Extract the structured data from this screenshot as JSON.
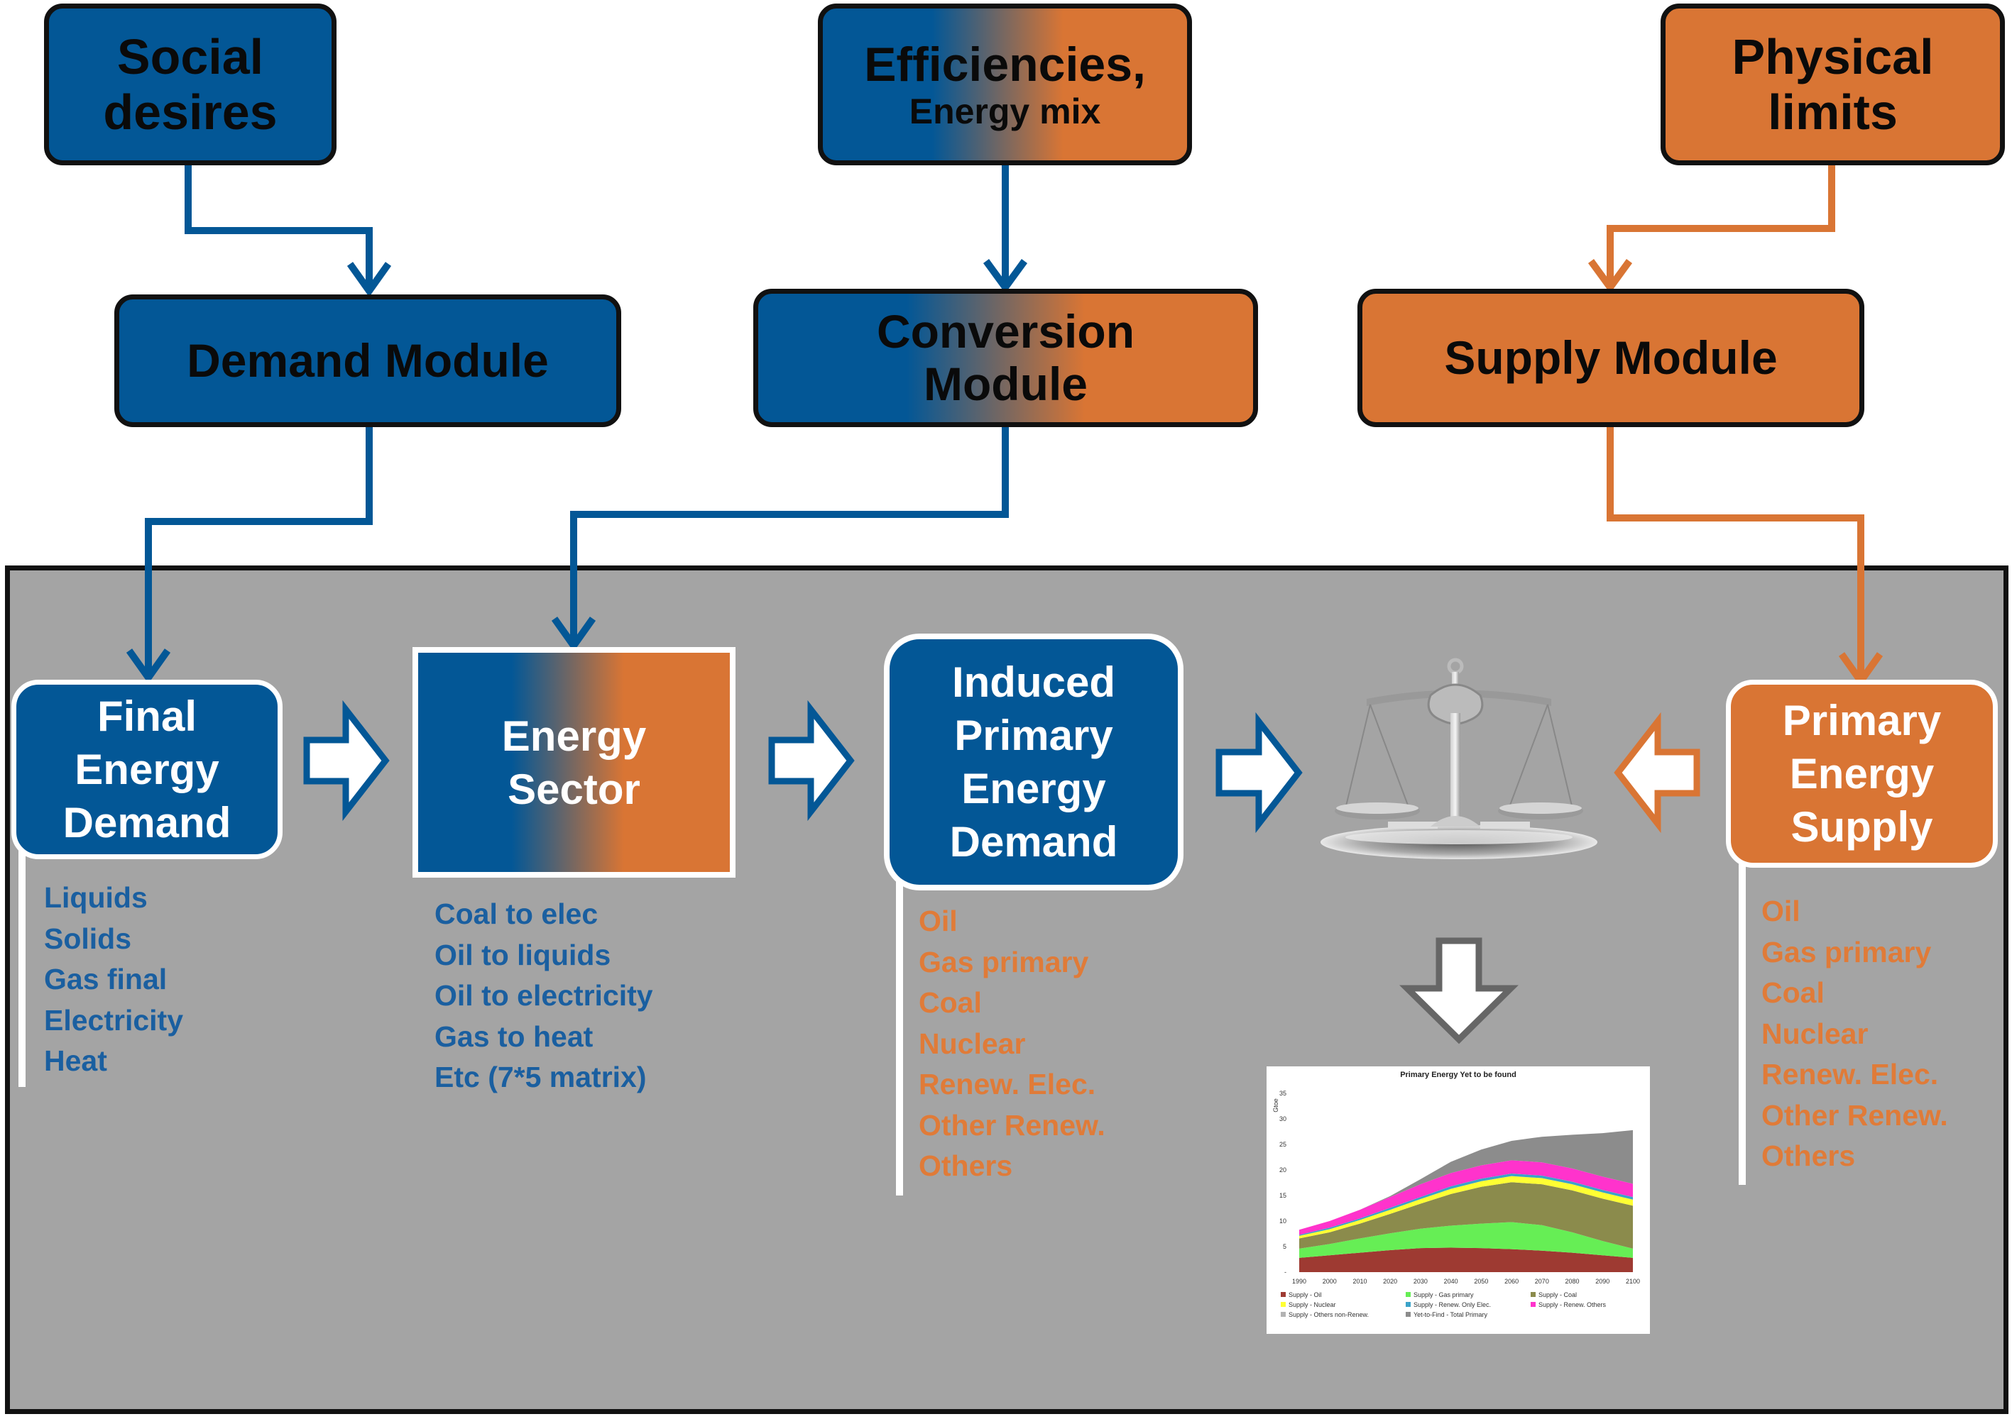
{
  "top": {
    "social_desires": [
      "Social",
      "desires"
    ],
    "efficiencies": [
      "Efficiencies,",
      "Energy mix"
    ],
    "physical_limits": [
      "Physical",
      "limits"
    ]
  },
  "modules": {
    "demand": "Demand Module",
    "conversion": [
      "Conversion",
      "Module"
    ],
    "supply": "Supply Module"
  },
  "flow": {
    "final_energy_demand": [
      "Final",
      "Energy",
      "Demand"
    ],
    "energy_sector": [
      "Energy",
      "Sector"
    ],
    "induced_primary": [
      "Induced",
      "Primary",
      "Energy",
      "Demand"
    ],
    "primary_supply": [
      "Primary",
      "Energy",
      "Supply"
    ]
  },
  "lists": {
    "final_demand": [
      "Liquids",
      "Solids",
      "Gas final",
      "Electricity",
      "Heat"
    ],
    "energy_sector": [
      "Coal to elec",
      "Oil to liquids",
      "Oil to electricity",
      "Gas to heat",
      "Etc (7*5 matrix)"
    ],
    "induced_primary": [
      "Oil",
      "Gas primary",
      "Coal",
      "Nuclear",
      "Renew. Elec.",
      "Other Renew.",
      "Others"
    ],
    "primary_supply": [
      "Oil",
      "Gas primary",
      "Coal",
      "Nuclear",
      "Renew. Elec.",
      "Other Renew.",
      "Others"
    ]
  },
  "colors": {
    "blue": "#035796",
    "orange": "#d97534",
    "panel": "#a4a4a4"
  },
  "icons": {
    "balance": "balance-scale-icon"
  },
  "chart_data": {
    "type": "area",
    "title": "Primary Energy Yet to be found",
    "ylabel": "Gtoe",
    "xlabel": "",
    "x": [
      1990,
      2000,
      2010,
      2020,
      2030,
      2040,
      2050,
      2060,
      2070,
      2080,
      2090,
      2100
    ],
    "x_ticks": [
      "1990",
      "2000",
      "2010",
      "2020",
      "2030",
      "2040",
      "2050",
      "2060",
      "2070",
      "2080",
      "2090",
      "2100"
    ],
    "y_ticks": [
      "-",
      "5",
      "10",
      "15",
      "20",
      "25",
      "30",
      "35"
    ],
    "ylim": [
      0,
      35
    ],
    "stacked": true,
    "series": [
      {
        "name": "Supply - Oil",
        "color": "#9e3a32",
        "values": [
          2.8,
          3.3,
          3.8,
          4.3,
          4.7,
          4.8,
          4.7,
          4.5,
          4.2,
          3.8,
          3.3,
          2.8
        ]
      },
      {
        "name": "Supply - Gas primary",
        "color": "#66ee55",
        "values": [
          1.8,
          2.2,
          2.8,
          3.3,
          3.8,
          4.3,
          4.8,
          5.3,
          5.0,
          4.0,
          2.8,
          1.8
        ]
      },
      {
        "name": "Supply - Coal",
        "color": "#8b8b4c",
        "values": [
          2.0,
          2.3,
          2.9,
          3.8,
          4.9,
          6.2,
          7.2,
          7.8,
          8.0,
          8.2,
          8.3,
          8.4
        ]
      },
      {
        "name": "Supply - Nuclear",
        "color": "#ffff33",
        "values": [
          0.5,
          0.6,
          0.7,
          0.8,
          0.9,
          1.0,
          1.1,
          1.2,
          1.2,
          1.2,
          1.2,
          1.2
        ]
      },
      {
        "name": "Supply - Renew. Only Elec.",
        "color": "#3ba3c9",
        "values": [
          0.2,
          0.3,
          0.3,
          0.4,
          0.4,
          0.5,
          0.5,
          0.5,
          0.5,
          0.5,
          0.5,
          0.5
        ]
      },
      {
        "name": "Supply - Renew. Others",
        "color": "#ff33cc",
        "values": [
          1.0,
          1.3,
          1.7,
          2.1,
          2.5,
          2.6,
          2.6,
          2.6,
          2.6,
          2.6,
          2.6,
          2.6
        ]
      },
      {
        "name": "Supply - Others non-Renew.",
        "color": "#b3b3b3",
        "values": [
          0,
          0,
          0,
          0,
          0,
          0,
          0,
          0,
          0,
          0,
          0,
          0
        ]
      },
      {
        "name": "Yet-to-Find - Total Primary",
        "color": "#8c8c8c",
        "values": [
          0,
          0,
          0,
          0.2,
          1.0,
          2.2,
          3.1,
          3.8,
          5.0,
          6.6,
          8.5,
          10.5
        ]
      }
    ],
    "legend": "bottom",
    "grid": false
  }
}
